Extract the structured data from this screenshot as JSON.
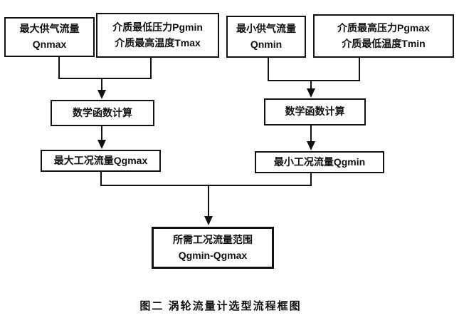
{
  "diagram": {
    "boxes": [
      {
        "id": "qnmax",
        "line1": "最大供气流量",
        "line2": "Qnmax"
      },
      {
        "id": "pgmin-tmax",
        "line1": "介质最低压力Pgmin",
        "line2": "介质最高温度Tmax"
      },
      {
        "id": "qnmin",
        "line1": "最小供气流量",
        "line2": "Qnmin"
      },
      {
        "id": "pgmax-tmin",
        "line1": "介质最高压力Pgmax",
        "line2": "介质最低温度Tmin"
      },
      {
        "id": "math-left",
        "line1": "数学函数计算"
      },
      {
        "id": "math-right",
        "line1": "数学函数计算"
      },
      {
        "id": "qgmax",
        "line1": "最大工况流量Qgmax"
      },
      {
        "id": "qgmin",
        "line1": "最小工况流量Qgmin"
      },
      {
        "id": "range",
        "line1": "所需工况流量范围",
        "line2": "Qgmin-Qgmax"
      }
    ],
    "caption": "图二  涡轮流量计选型流程框图",
    "colors": {
      "line": "#111111",
      "text": "#111111",
      "background": "#ffffff"
    }
  }
}
